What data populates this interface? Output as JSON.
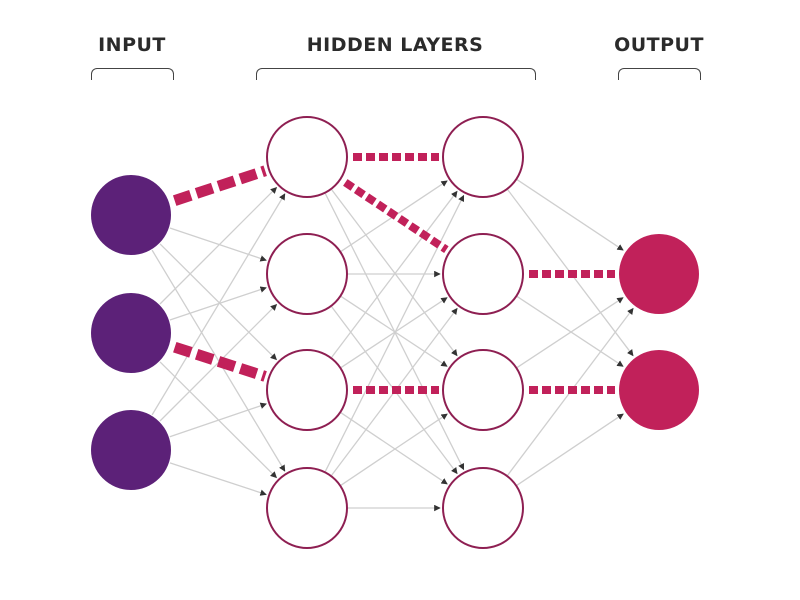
{
  "labels": {
    "input": "INPUT",
    "hidden": "HIDDEN LAYERS",
    "output": "OUTPUT"
  },
  "colors": {
    "input_node": "#5c2178",
    "output_node": "#c1215a",
    "hidden_stroke": "#8e1f52",
    "highlight": "#c1215a",
    "connection": "#cfcfcf",
    "arrow": "#333333",
    "label": "#2b2b2b",
    "bracket": "#444444"
  },
  "layers": [
    {
      "id": "input",
      "nodes": 3,
      "style": "filled"
    },
    {
      "id": "hidden-1",
      "nodes": 4,
      "style": "outline"
    },
    {
      "id": "hidden-2",
      "nodes": 4,
      "style": "outline"
    },
    {
      "id": "output",
      "nodes": 2,
      "style": "filled"
    }
  ],
  "highlighted_connections": [
    {
      "from": [
        0,
        0
      ],
      "to": [
        1,
        0
      ]
    },
    {
      "from": [
        0,
        1
      ],
      "to": [
        1,
        2
      ]
    },
    {
      "from": [
        1,
        0
      ],
      "to": [
        2,
        0
      ]
    },
    {
      "from": [
        1,
        0
      ],
      "to": [
        2,
        1
      ]
    },
    {
      "from": [
        1,
        2
      ],
      "to": [
        2,
        2
      ]
    },
    {
      "from": [
        2,
        1
      ],
      "to": [
        3,
        0
      ]
    },
    {
      "from": [
        2,
        2
      ],
      "to": [
        3,
        1
      ]
    }
  ]
}
